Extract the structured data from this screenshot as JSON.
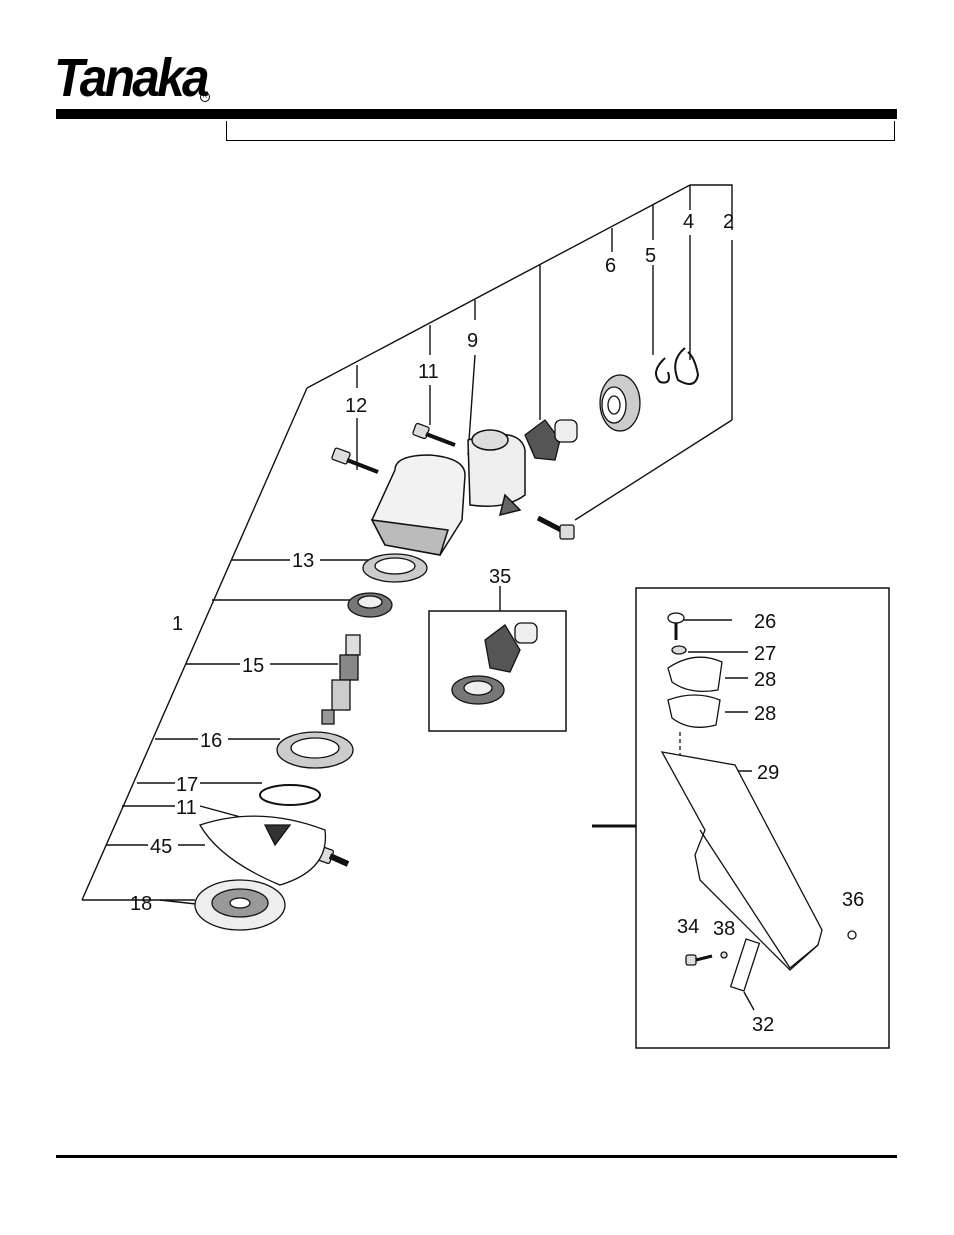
{
  "brand": {
    "logo_text": "Tanaka"
  },
  "header": {
    "title": ""
  },
  "main_assembly": {
    "callouts": [
      "2",
      "4",
      "5",
      "6",
      "9",
      "11",
      "12",
      "13",
      "1",
      "15",
      "16",
      "17",
      "11",
      "45",
      "18"
    ]
  },
  "kit_box": {
    "callouts": [
      "35"
    ]
  },
  "guard_box": {
    "callouts": [
      "26",
      "27",
      "28",
      "28",
      "29",
      "36",
      "34",
      "38",
      "32"
    ]
  }
}
